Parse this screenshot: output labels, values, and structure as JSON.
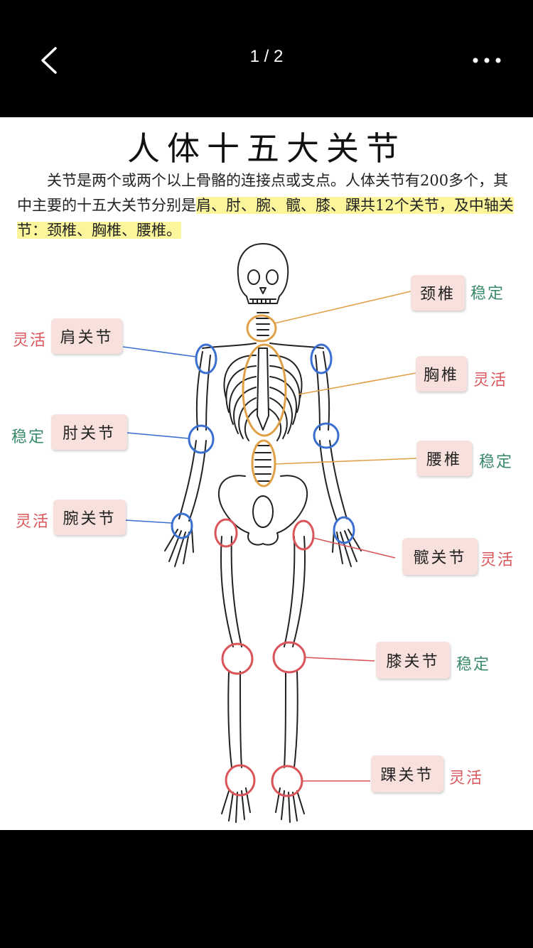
{
  "viewer": {
    "counter": "1 / 2"
  },
  "figure": {
    "title": "人体十五大关节",
    "intro_part1": "关节是两个或两个以上骨骼的连接点或支点。人体关节有200多个，其中主要的十五大关节分别是",
    "intro_highlight": "肩、肘、腕、髋、膝、踝共12个关节，及中轴关节：颈椎、胸椎、腰椎",
    "intro_end": "。",
    "left_labels": [
      {
        "name": "肩关节",
        "prop": "灵活",
        "type": "flex"
      },
      {
        "name": "肘关节",
        "prop": "稳定",
        "type": "stable"
      },
      {
        "name": "腕关节",
        "prop": "灵活",
        "type": "flex"
      }
    ],
    "right_labels": [
      {
        "name": "颈椎",
        "prop": "稳定",
        "type": "stable"
      },
      {
        "name": "胸椎",
        "prop": "灵活",
        "type": "flex"
      },
      {
        "name": "腰椎",
        "prop": "稳定",
        "type": "stable"
      },
      {
        "name": "髋关节",
        "prop": "灵活",
        "type": "flex"
      },
      {
        "name": "膝关节",
        "prop": "稳定",
        "type": "stable"
      },
      {
        "name": "踝关节",
        "prop": "灵活",
        "type": "flex"
      }
    ],
    "colors": {
      "spine": "#e0a048",
      "upper": "#3a6fd0",
      "lower": "#d9555a",
      "box": "#f8e1dc",
      "highlight": "#fbf59c"
    }
  }
}
